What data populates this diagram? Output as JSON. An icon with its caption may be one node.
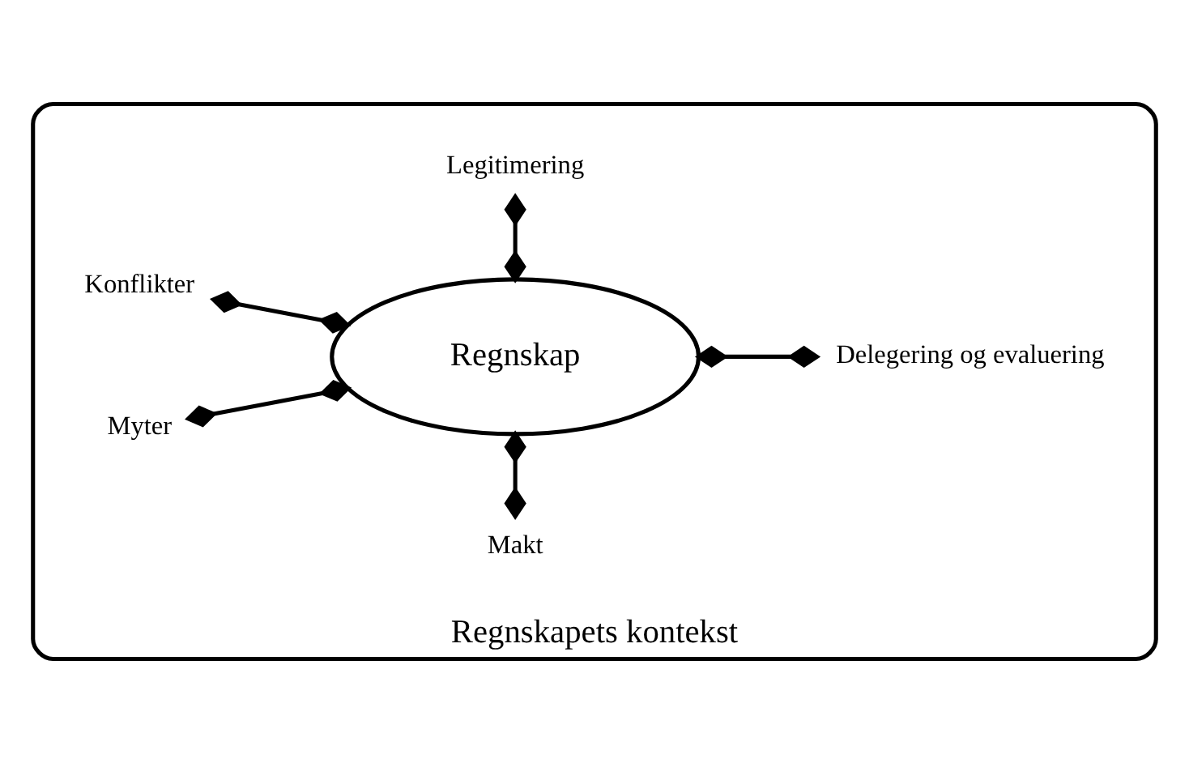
{
  "diagram": {
    "nodes": [
      {
        "text": [
          "Regnskapets kontekst"
        ]
      },
      {
        "text": [
          "Makt"
        ],
        "in": 0
      },
      {
        "text": [
          "Konflikter"
        ],
        "in": 0
      },
      {
        "text": [
          "Myter"
        ],
        "in": 0
      },
      {
        "text": [
          "Regnskap"
        ],
        "in": 0
      },
      {
        "text": [
          "Delegering og evaluering"
        ],
        "in": 0
      },
      {
        "text": [
          "Legitimering"
        ],
        "in": 0
      }
    ],
    "edges": [
      {
        "from": 1,
        "to": 4,
        "arrow": "other"
      },
      {
        "from": 2,
        "to": 4,
        "arrow": "other"
      },
      {
        "from": 3,
        "to": 4,
        "arrow": "other"
      },
      {
        "from": 4,
        "to": 5,
        "arrow": "other"
      },
      {
        "from": 4,
        "to": 6,
        "arrow": "other"
      }
    ]
  }
}
